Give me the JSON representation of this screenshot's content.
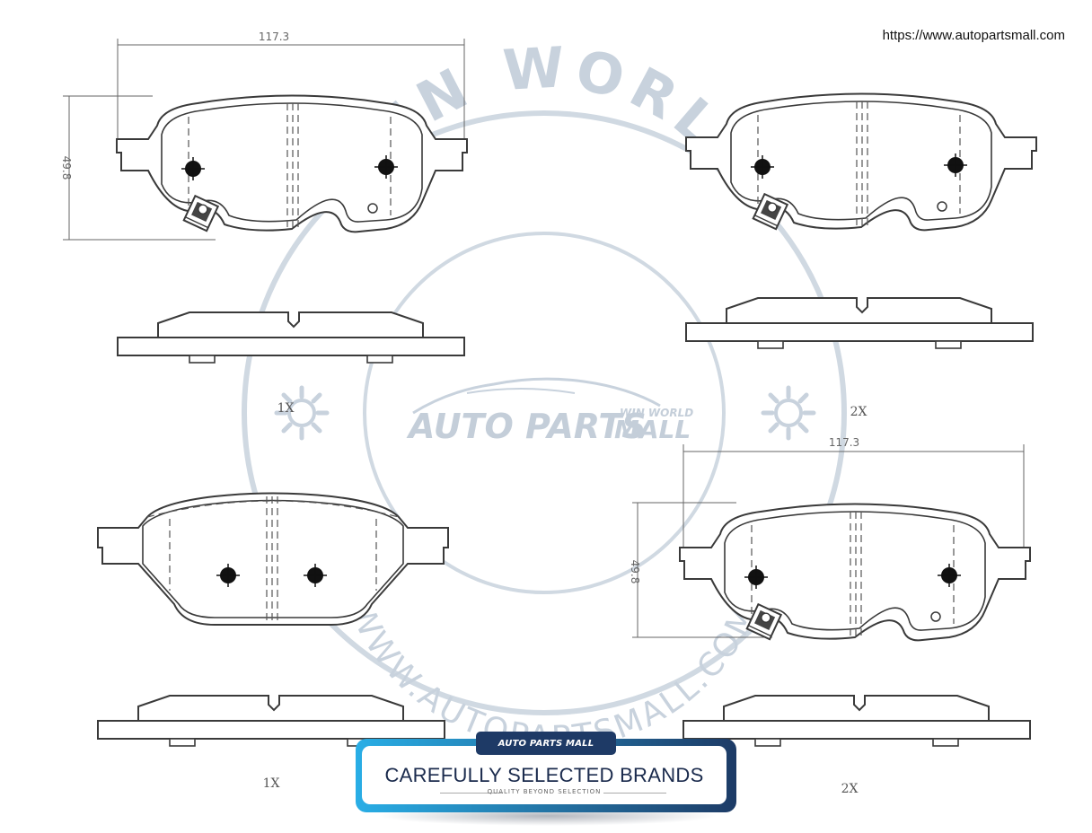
{
  "site_url": "https://www.autopartsmall.com",
  "diagrams": {
    "top_left": {
      "width_dim": "117.3",
      "height_dim": "49.8",
      "quantity": "1X"
    },
    "top_right": {
      "quantity": "2X"
    },
    "bottom_left": {
      "quantity": "1X"
    },
    "bottom_right": {
      "width_dim": "117.3",
      "height_dim": "49.8",
      "quantity": "2X"
    }
  },
  "watermark": {
    "arc_text": "WIN WORLD",
    "url_text": "WWW.AUTOPARTSMALL.COM",
    "logo_main": "AUTO PARTS",
    "logo_mall": "MALL",
    "logo_small": "WIN WORLD"
  },
  "banner": {
    "tab_label": "AUTO PARTS MALL",
    "title": "CAREFULLY SELECTED BRANDS",
    "subtitle": "QUALITY BEYOND SELECTION"
  },
  "colors": {
    "line": "#3a3a3a",
    "watermark": "#c8d2dd",
    "banner_dark": "#1e3a66",
    "banner_light": "#29aee6"
  }
}
